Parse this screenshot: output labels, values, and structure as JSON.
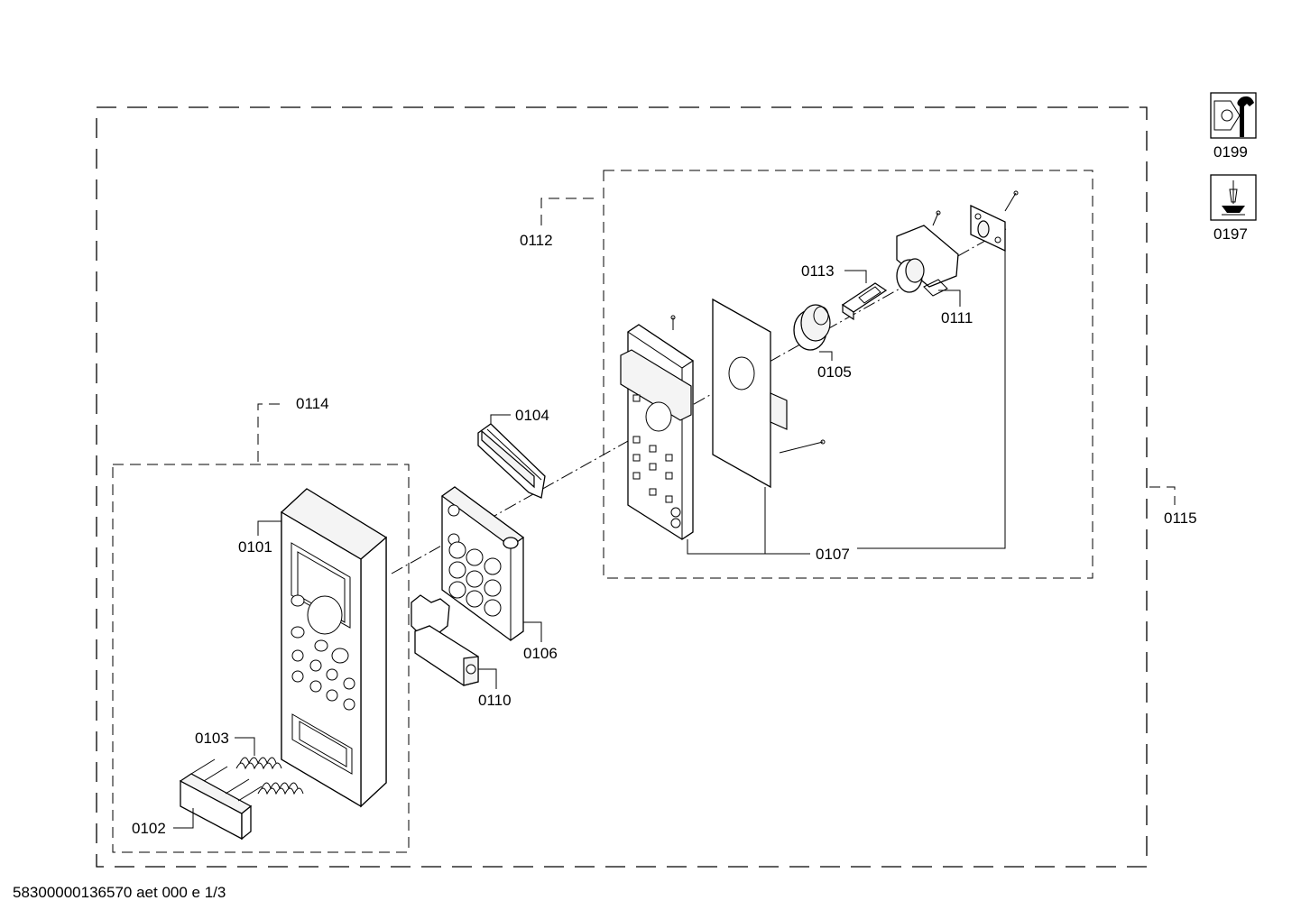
{
  "footer_code": "58300000136570 aet 000 e 1/3",
  "parts": {
    "p0101": "0101",
    "p0102": "0102",
    "p0103": "0103",
    "p0104": "0104",
    "p0105": "0105",
    "p0106": "0106",
    "p0107": "0107",
    "p0110": "0110",
    "p0111": "0111",
    "p0112": "0112",
    "p0113": "0113",
    "p0114": "0114",
    "p0115": "0115"
  },
  "legend": {
    "tools_label": "0199",
    "screw_label": "0197"
  },
  "icons": {
    "tools": "nut-and-wrench-icon",
    "screw": "screw-icon"
  }
}
